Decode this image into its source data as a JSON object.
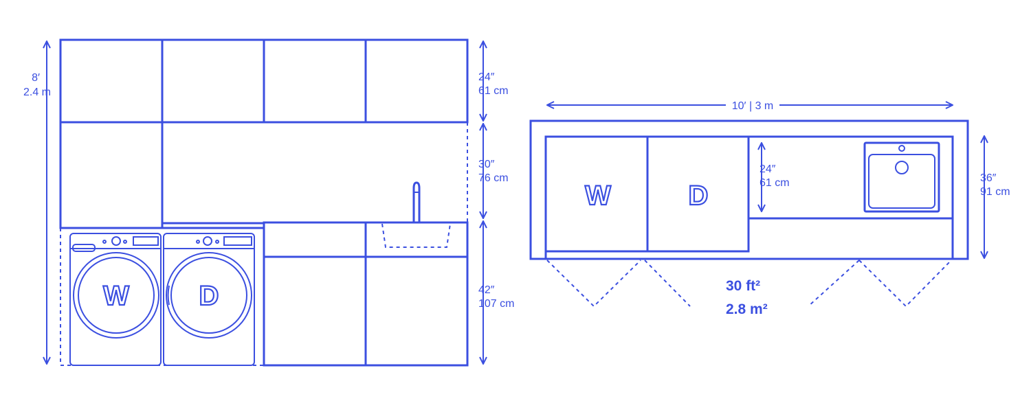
{
  "elevation": {
    "total_height": {
      "ft": "8′",
      "m": "2.4 m"
    },
    "upper_cabinet": {
      "in": "24″",
      "cm": "61 cm"
    },
    "backsplash_gap": {
      "in": "30″",
      "cm": "76 cm"
    },
    "counter_height": {
      "in": "42″",
      "cm": "107 cm"
    },
    "washer_letter": "W",
    "dryer_letter": "D"
  },
  "plan": {
    "width": "10′ | 3 m",
    "depth": {
      "in": "36″",
      "cm": "91 cm"
    },
    "appliance_depth": {
      "in": "24″",
      "cm": "61 cm"
    },
    "washer_letter": "W",
    "dryer_letter": "D",
    "area_ft": "30 ft²",
    "area_m": "2.8 m²"
  },
  "colors": {
    "line": "#3b4fe0",
    "background": "#ffffff"
  }
}
